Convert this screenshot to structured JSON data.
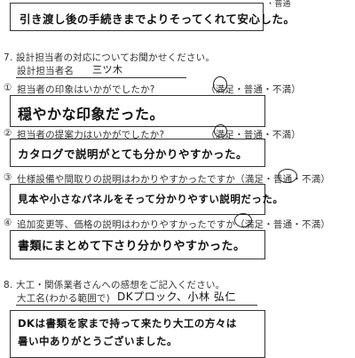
{
  "section6": {
    "top_partial_text": "・普通",
    "answer": "引き渡し後の手続きまでよりそってくれて安心した。"
  },
  "section7": {
    "heading": "7. 設計担当者の対応についてお聞かせください。",
    "staff_label": "設計担当者名",
    "staff_name": "三ツ木",
    "questions": [
      {
        "num": "①",
        "question": "担当者の印象はいかがでしたか?",
        "rating": "（満足・普通・不満）",
        "selected": "満足",
        "answer": "穏やかな印象だった。"
      },
      {
        "num": "②",
        "question": "担当者の提案力はいかがでしたか?",
        "rating": "（満足・普通・不満）",
        "selected": "満足",
        "answer": "カタログで説明がとても分かりやすかった。"
      },
      {
        "num": "③",
        "question": "仕様設備や間取りの説明はわかりやすかったですか（満足・普通・不満）",
        "rating": "",
        "selected": "普通",
        "answer": "見本や小さなパネルをそって分かりやすい説明だった。"
      },
      {
        "num": "④",
        "question": "追加変更等、価格の説明はわかりやすかったですか（満足・普通・不満）",
        "rating": "",
        "selected": "満足",
        "answer": "書類にまとめて下さり分かりやすかった。"
      }
    ]
  },
  "section8": {
    "heading": "8. 大工・関係業者さんへの感想をご記入ください。",
    "carpenter_label": "大工名(わかる範囲で)",
    "carpenter_name": "DKプロック、小林 弘仁",
    "answer_line1": "DKは書類を家まで持って来たり大工の方々は",
    "answer_line2": "暑い中ありがとうございました。"
  }
}
